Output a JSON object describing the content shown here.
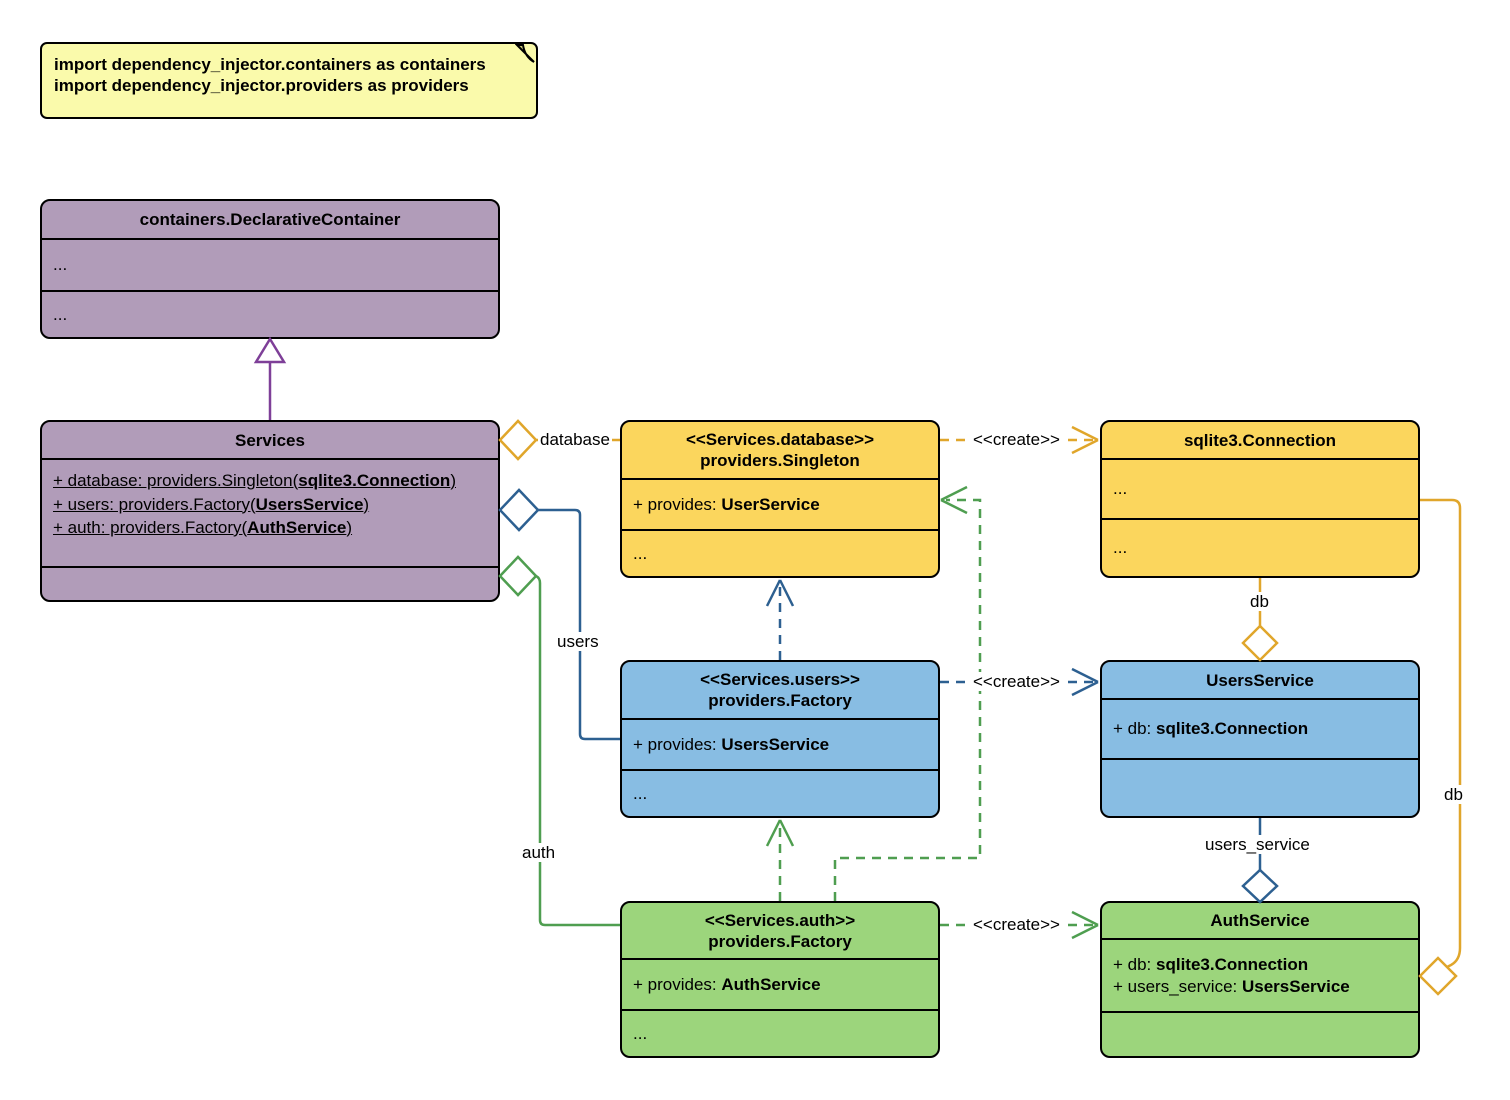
{
  "colors": {
    "note_fill": "#FAFAAB",
    "purple_fill": "#B19CB9",
    "yellow_fill": "#FBD65D",
    "blue_fill": "#88BDE3",
    "green_fill": "#9CD57C",
    "edge_yellow": "#E0A62B",
    "edge_blue": "#2D6091",
    "edge_green": "#4F9E50",
    "edge_purple": "#7E3F98"
  },
  "note": {
    "line1": "import dependency_injector.containers as containers",
    "line2": "import dependency_injector.providers as providers"
  },
  "classes": {
    "declarative_container": {
      "title": "containers.DeclarativeContainer",
      "row1": "...",
      "row2": "..."
    },
    "services": {
      "title": "Services",
      "attr1": {
        "pre": "+ database: providers.Singleton(",
        "bold": "sqlite3.Connection",
        "post": ")"
      },
      "attr2": {
        "pre": "+ users: providers.Factory(",
        "bold": "UsersService",
        "post": ")"
      },
      "attr3": {
        "pre": "+ auth: providers.Factory(",
        "bold": "AuthService",
        "post": ")"
      }
    },
    "singleton": {
      "stereotype": "<<Services.database>>",
      "title": "providers.Singleton",
      "attr": {
        "pre": "+ provides: ",
        "bold": "UserService",
        "post": ""
      },
      "row": "..."
    },
    "sqlite_connection": {
      "title": "sqlite3.Connection",
      "row1": "...",
      "row2": "..."
    },
    "users_factory": {
      "stereotype": "<<Services.users>>",
      "title": "providers.Factory",
      "attr": {
        "pre": "+ provides: ",
        "bold": "UsersService",
        "post": ""
      },
      "row": "..."
    },
    "users_service": {
      "title": "UsersService",
      "attr": {
        "pre": "+ db: ",
        "bold": "sqlite3.Connection",
        "post": ""
      }
    },
    "auth_factory": {
      "stereotype": "<<Services.auth>>",
      "title": "providers.Factory",
      "attr": {
        "pre": "+ provides: ",
        "bold": "AuthService",
        "post": ""
      },
      "row": "..."
    },
    "auth_service": {
      "title": "AuthService",
      "attr1": {
        "pre": "+ db: ",
        "bold": "sqlite3.Connection",
        "post": ""
      },
      "attr2": {
        "pre": "+ users_service: ",
        "bold": "UsersService",
        "post": ""
      }
    }
  },
  "edge_labels": {
    "database": "database",
    "users": "users",
    "auth": "auth",
    "db_users": "db",
    "users_service": "users_service",
    "db_auth": "db",
    "create_db": "<<create>>",
    "create_users": "<<create>>",
    "create_auth": "<<create>>"
  }
}
